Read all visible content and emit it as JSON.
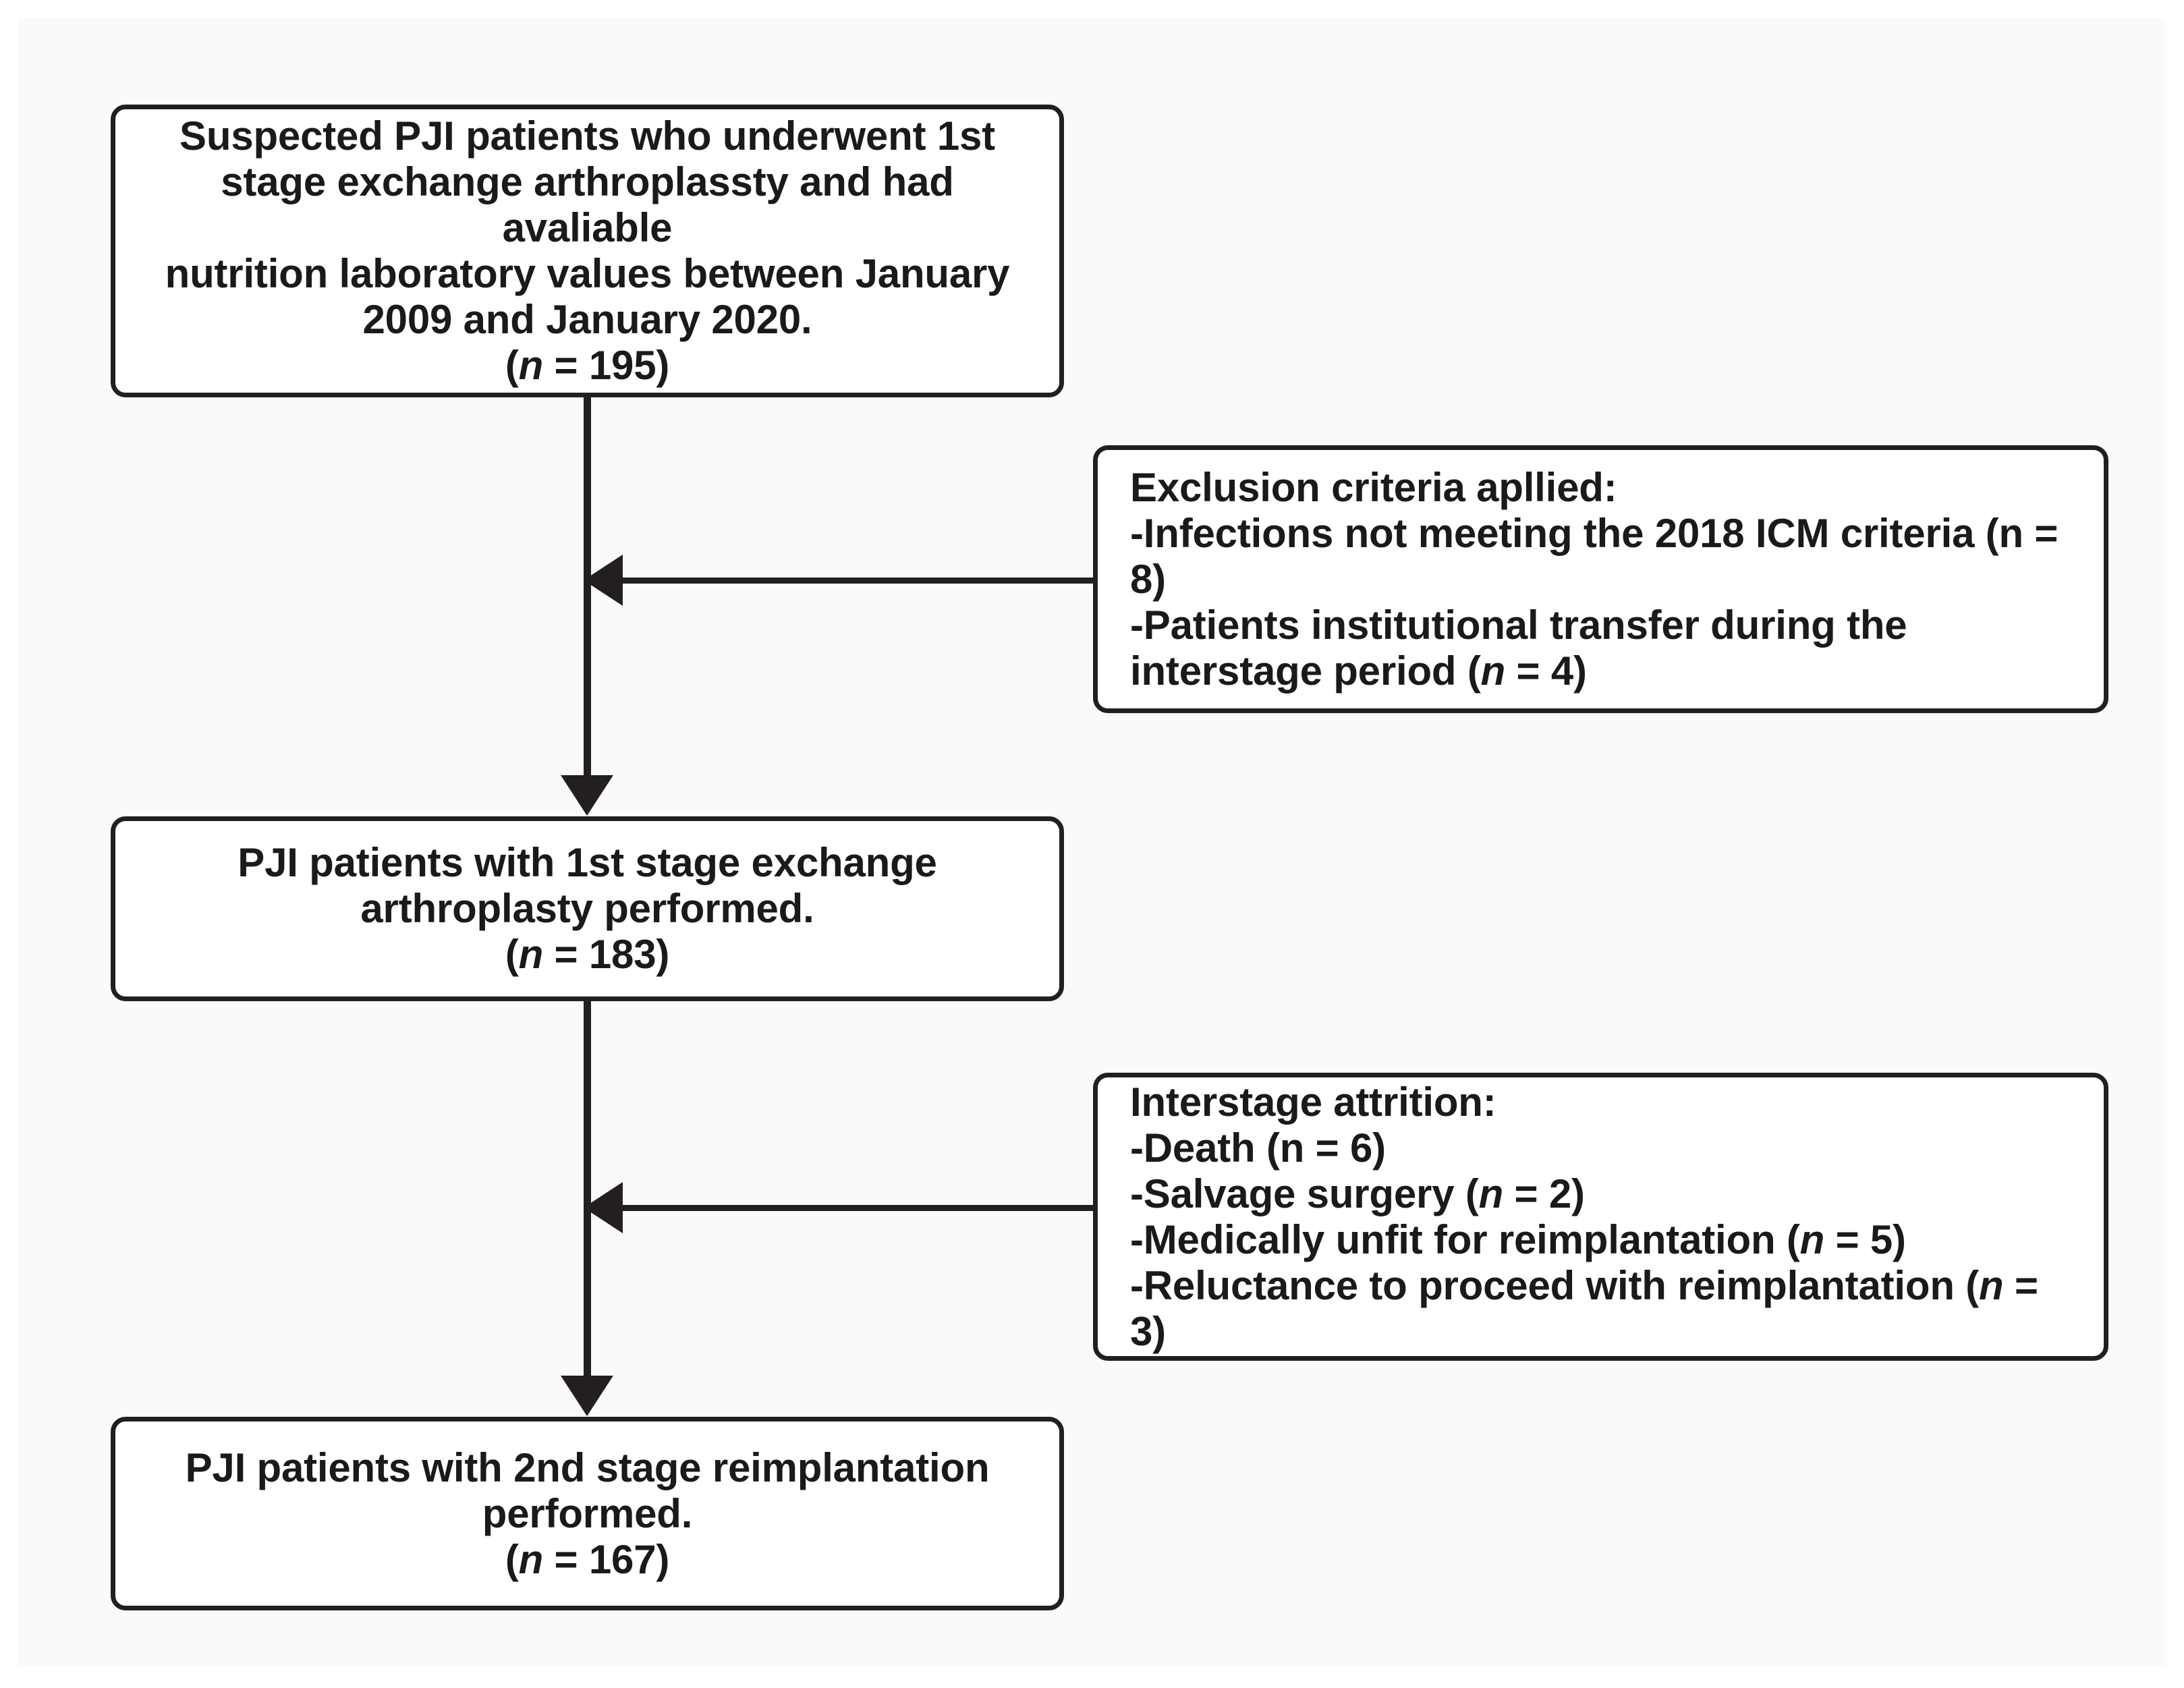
{
  "figure": {
    "type": "flowchart",
    "orientation": "vertical-with-side-exclusions",
    "background_color": "#fafafa",
    "box_border_color": "#231f20",
    "box_fill_color": "#ffffff",
    "connector_color": "#231f20"
  },
  "boxes": {
    "enrolled": {
      "line1": "Suspected PJI patients who underwent 1st",
      "line2": "stage exchange arthroplassty and had avaliable",
      "line3": "nutrition laboratory values between January",
      "line4": "2009 and January 2020.",
      "count_open": "(",
      "count_n": "n",
      "count_eq": " = 195)"
    },
    "first_stage": {
      "line1": "PJI patients with 1st stage exchange",
      "line2": "arthroplasty performed.",
      "count_open": "(",
      "count_n": "n",
      "count_eq": " = 183)"
    },
    "second_stage": {
      "line1": "PJI patients with 2nd stage reimplantation",
      "line2": "performed.",
      "count_open": "(",
      "count_n": "n",
      "count_eq": " = 167)"
    },
    "exclusion": {
      "heading": "Exclusion criteria apllied:",
      "item1": "-Infections not meeting the 2018 ICM criteria (n = 8)",
      "item2_pre": "-Patients institutional transfer during the interstage period (",
      "item2_n": "n",
      "item2_post": " = 4)"
    },
    "attrition": {
      "heading": "Interstage attrition:",
      "item1": "-Death (n = 6)",
      "item2_pre": "-Salvage surgery (",
      "item2_n": "n",
      "item2_post": " = 2)",
      "item3_pre": "-Medically unfit for reimplantation (",
      "item3_n": "n",
      "item3_post": " = 5)",
      "item4_pre": "-Reluctance to proceed with reimplantation (",
      "item4_n": "n",
      "item4_post": " = 3)"
    }
  },
  "connectors": {
    "arrow_1_label": "enrolled-to-first-stage",
    "arrow_2_label": "first-stage-to-second-stage",
    "exclusion_arrow_label": "exclusion-criteria-arrow",
    "attrition_arrow_label": "interstage-attrition-arrow"
  }
}
